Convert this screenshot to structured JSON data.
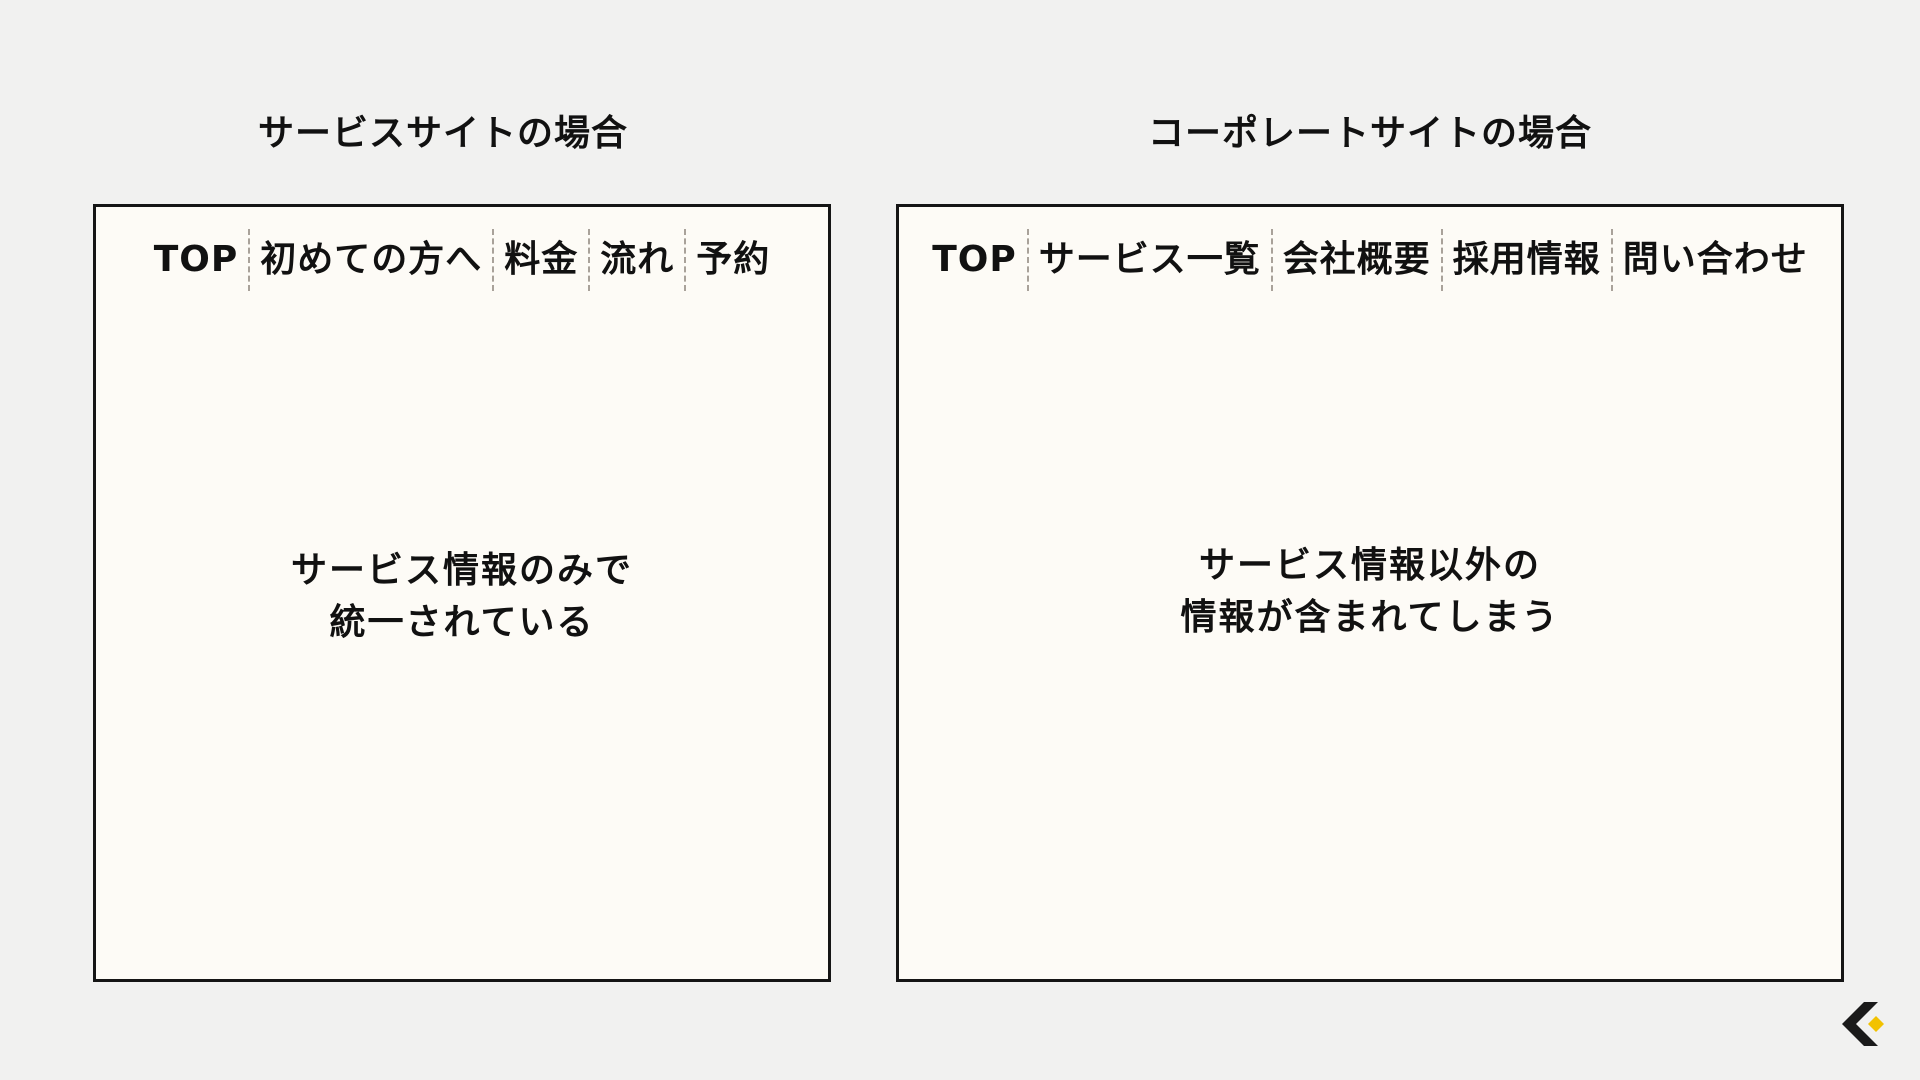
{
  "left": {
    "title": "サービスサイトの場合",
    "nav": [
      "TOP",
      "初めての方へ",
      "料金",
      "流れ",
      "予約"
    ],
    "message": [
      "サービス情報のみで",
      "統一されている"
    ]
  },
  "right": {
    "title": "コーポレートサイトの場合",
    "nav": [
      "TOP",
      "サービス一覧",
      "会社概要",
      "採用情報",
      "問い合わせ"
    ],
    "message": [
      "サービス情報以外の",
      "情報が含まれてしまう"
    ]
  },
  "colors": {
    "background": "#f1f1f0",
    "panel": "#fdfbf6",
    "border": "#151515",
    "separator": "#a9a29a",
    "logo_dark": "#1a1a1a",
    "logo_accent": "#f2c200"
  },
  "icons": {
    "logo": "chevron-left-logo-icon"
  }
}
